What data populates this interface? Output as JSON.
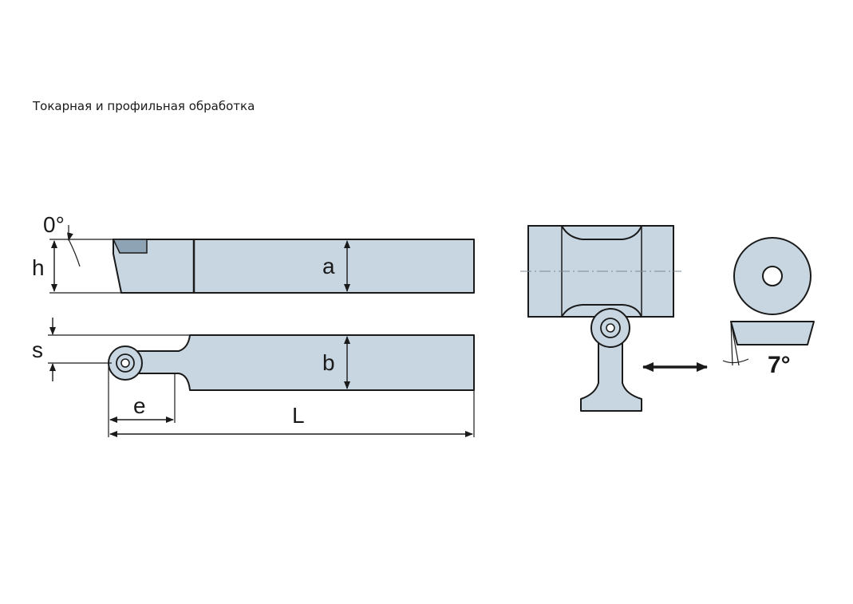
{
  "caption": "Токарная и профильная обработка",
  "labels": {
    "angle_top": "0°",
    "h": "h",
    "a": "a",
    "s": "s",
    "b": "b",
    "e": "e",
    "L": "L",
    "angle_insert": "7°"
  },
  "colors": {
    "part_fill": "#c7d6e1",
    "line": "#1a1a1a"
  }
}
